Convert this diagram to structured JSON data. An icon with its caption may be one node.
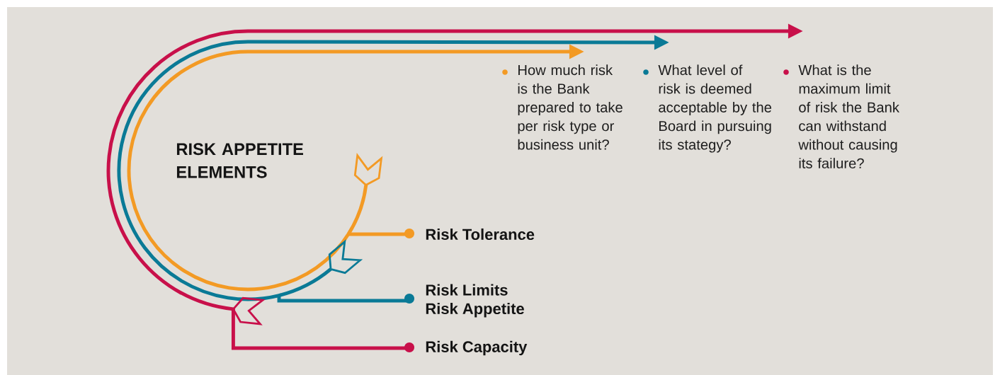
{
  "diagram": {
    "title": "RISK APPETITE ELEMENTS",
    "nodes": [
      {
        "text": [
          "Risk Tolerance"
        ]
      },
      {
        "text": [
          "Risk Limits",
          "Risk Appetite"
        ]
      },
      {
        "text": [
          "Risk Capacity"
        ]
      },
      {
        "text": [
          "How much risk is the Bank prepared to take per risk type or business unit?"
        ]
      },
      {
        "text": [
          "What level of risk is deemed acceptable by the Board in pursuing its stategy?"
        ]
      },
      {
        "text": [
          "What is the maximum limit of risk the Bank can withstand without causing its failure?"
        ]
      }
    ],
    "edges": [
      {
        "from": 0,
        "to": 3,
        "arrow": "to",
        "color": "#f39a24"
      },
      {
        "from": 1,
        "to": 4,
        "arrow": "to",
        "color": "#0a7a96"
      },
      {
        "from": 2,
        "to": 5,
        "arrow": "to",
        "color": "#c8104a"
      }
    ]
  }
}
